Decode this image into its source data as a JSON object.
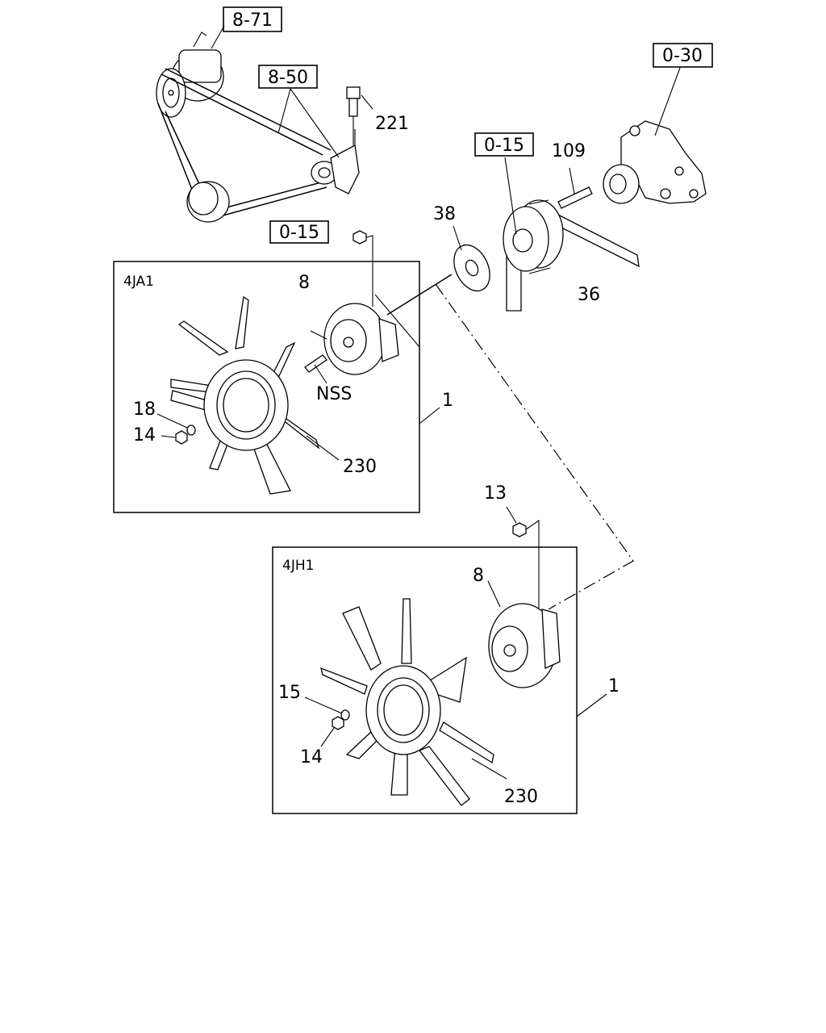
{
  "diagram": {
    "ref_boxes": [
      "8-71",
      "8-50",
      "0-30",
      "0-15",
      "0-15"
    ],
    "callouts": [
      "221",
      "109",
      "38",
      "36",
      "8",
      "NSS",
      "18",
      "14",
      "1",
      "230",
      "13",
      "8",
      "15",
      "14",
      "1",
      "230"
    ],
    "groups": [
      "4JA1",
      "4JH1"
    ]
  }
}
